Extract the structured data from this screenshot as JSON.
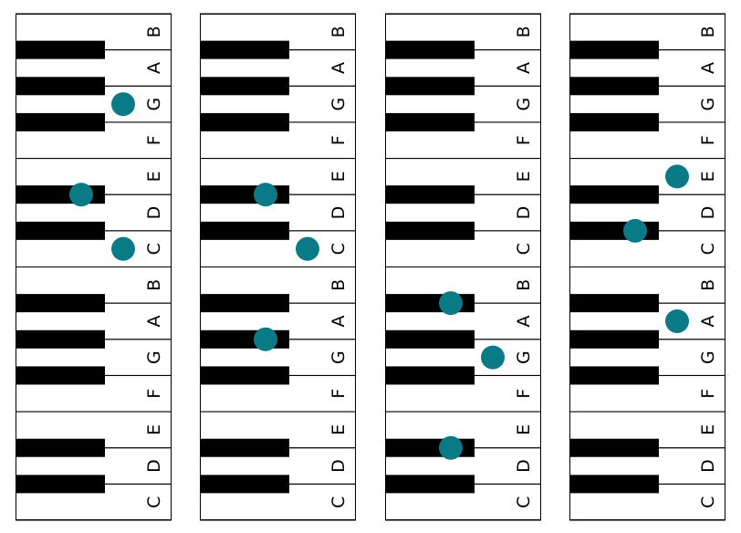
{
  "colors": {
    "background": "#ffffff",
    "white_key_border": "#000000",
    "black_key": "#000000",
    "marker": "#0b7a87"
  },
  "keyboard": {
    "white_keys_bottom_to_top": [
      "C",
      "D",
      "E",
      "F",
      "G",
      "A",
      "B",
      "C",
      "D",
      "E",
      "F",
      "G",
      "A",
      "B"
    ],
    "black_keys_bottom_to_top": [
      "C#",
      "D#",
      "F#",
      "G#",
      "A#",
      "C#",
      "D#",
      "F#",
      "G#",
      "A#"
    ]
  },
  "chords": [
    {
      "notes": [
        {
          "note": "C",
          "key": "white",
          "index": 7
        },
        {
          "note": "D#",
          "key": "black",
          "index": 6
        },
        {
          "note": "G",
          "key": "white",
          "index": 11
        }
      ]
    },
    {
      "notes": [
        {
          "note": "G#",
          "key": "black",
          "index": 3
        },
        {
          "note": "C",
          "key": "white",
          "index": 7
        },
        {
          "note": "D#",
          "key": "black",
          "index": 6
        }
      ]
    },
    {
      "notes": [
        {
          "note": "D#",
          "key": "black",
          "index": 1
        },
        {
          "note": "G",
          "key": "white",
          "index": 4
        },
        {
          "note": "A#",
          "key": "black",
          "index": 4
        }
      ]
    },
    {
      "notes": [
        {
          "note": "A",
          "key": "white",
          "index": 5
        },
        {
          "note": "C#",
          "key": "black",
          "index": 5
        },
        {
          "note": "E",
          "key": "white",
          "index": 9
        }
      ]
    }
  ]
}
